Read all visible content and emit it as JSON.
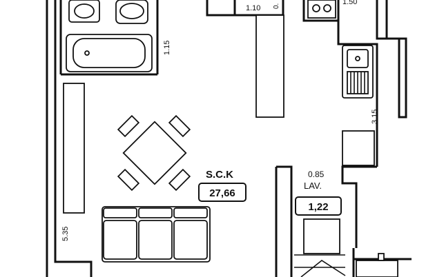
{
  "plan": {
    "rooms": {
      "living": {
        "code": "S.C.K",
        "area": "27,66"
      },
      "laundry": {
        "code": "LAV.",
        "area": "1,22",
        "width": "0.85"
      }
    },
    "dimensions": {
      "bath_depth": "1.15",
      "kitchen_length": "3.15",
      "living_length": "5.35",
      "top_width": "1.10",
      "top_width_2": "1.50",
      "top_cut": "0."
    }
  }
}
